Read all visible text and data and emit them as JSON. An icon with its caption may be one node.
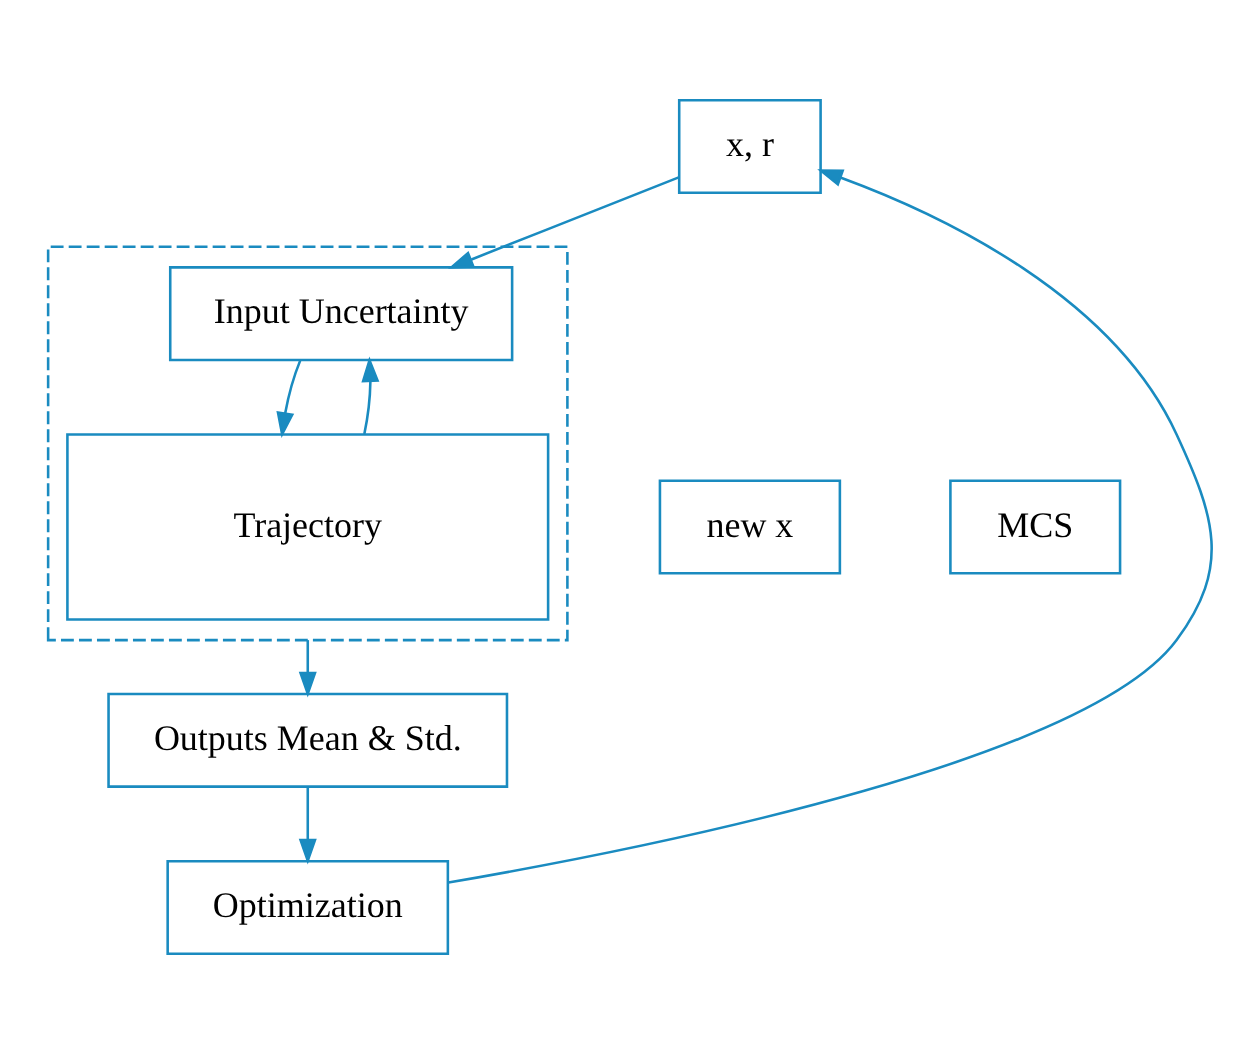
{
  "diagram": {
    "nodes": [
      {
        "text": [
          "x, r"
        ]
      },
      {
        "text": [],
        "shape": "box"
      },
      {
        "text": [
          "Input Uncertainty"
        ],
        "in": 1
      },
      {
        "text": [
          "Trajectory"
        ],
        "in": 1
      },
      {
        "text": [
          "Outputs Mean & Std."
        ]
      },
      {
        "text": [
          "Optimization"
        ]
      },
      {
        "text": [
          "new x"
        ]
      },
      {
        "text": [
          "MCS"
        ]
      }
    ],
    "edges": [
      {
        "from": 0,
        "to": 2,
        "arrow": "to"
      },
      {
        "from": 2,
        "to": 3,
        "arrow": "to"
      },
      {
        "from": 3,
        "to": 2,
        "arrow": "to"
      },
      {
        "from": 1,
        "to": 4,
        "arrow": "to"
      },
      {
        "from": 4,
        "to": 5,
        "arrow": "to"
      },
      {
        "from": 5,
        "to": 0,
        "arrow": "to"
      }
    ]
  }
}
